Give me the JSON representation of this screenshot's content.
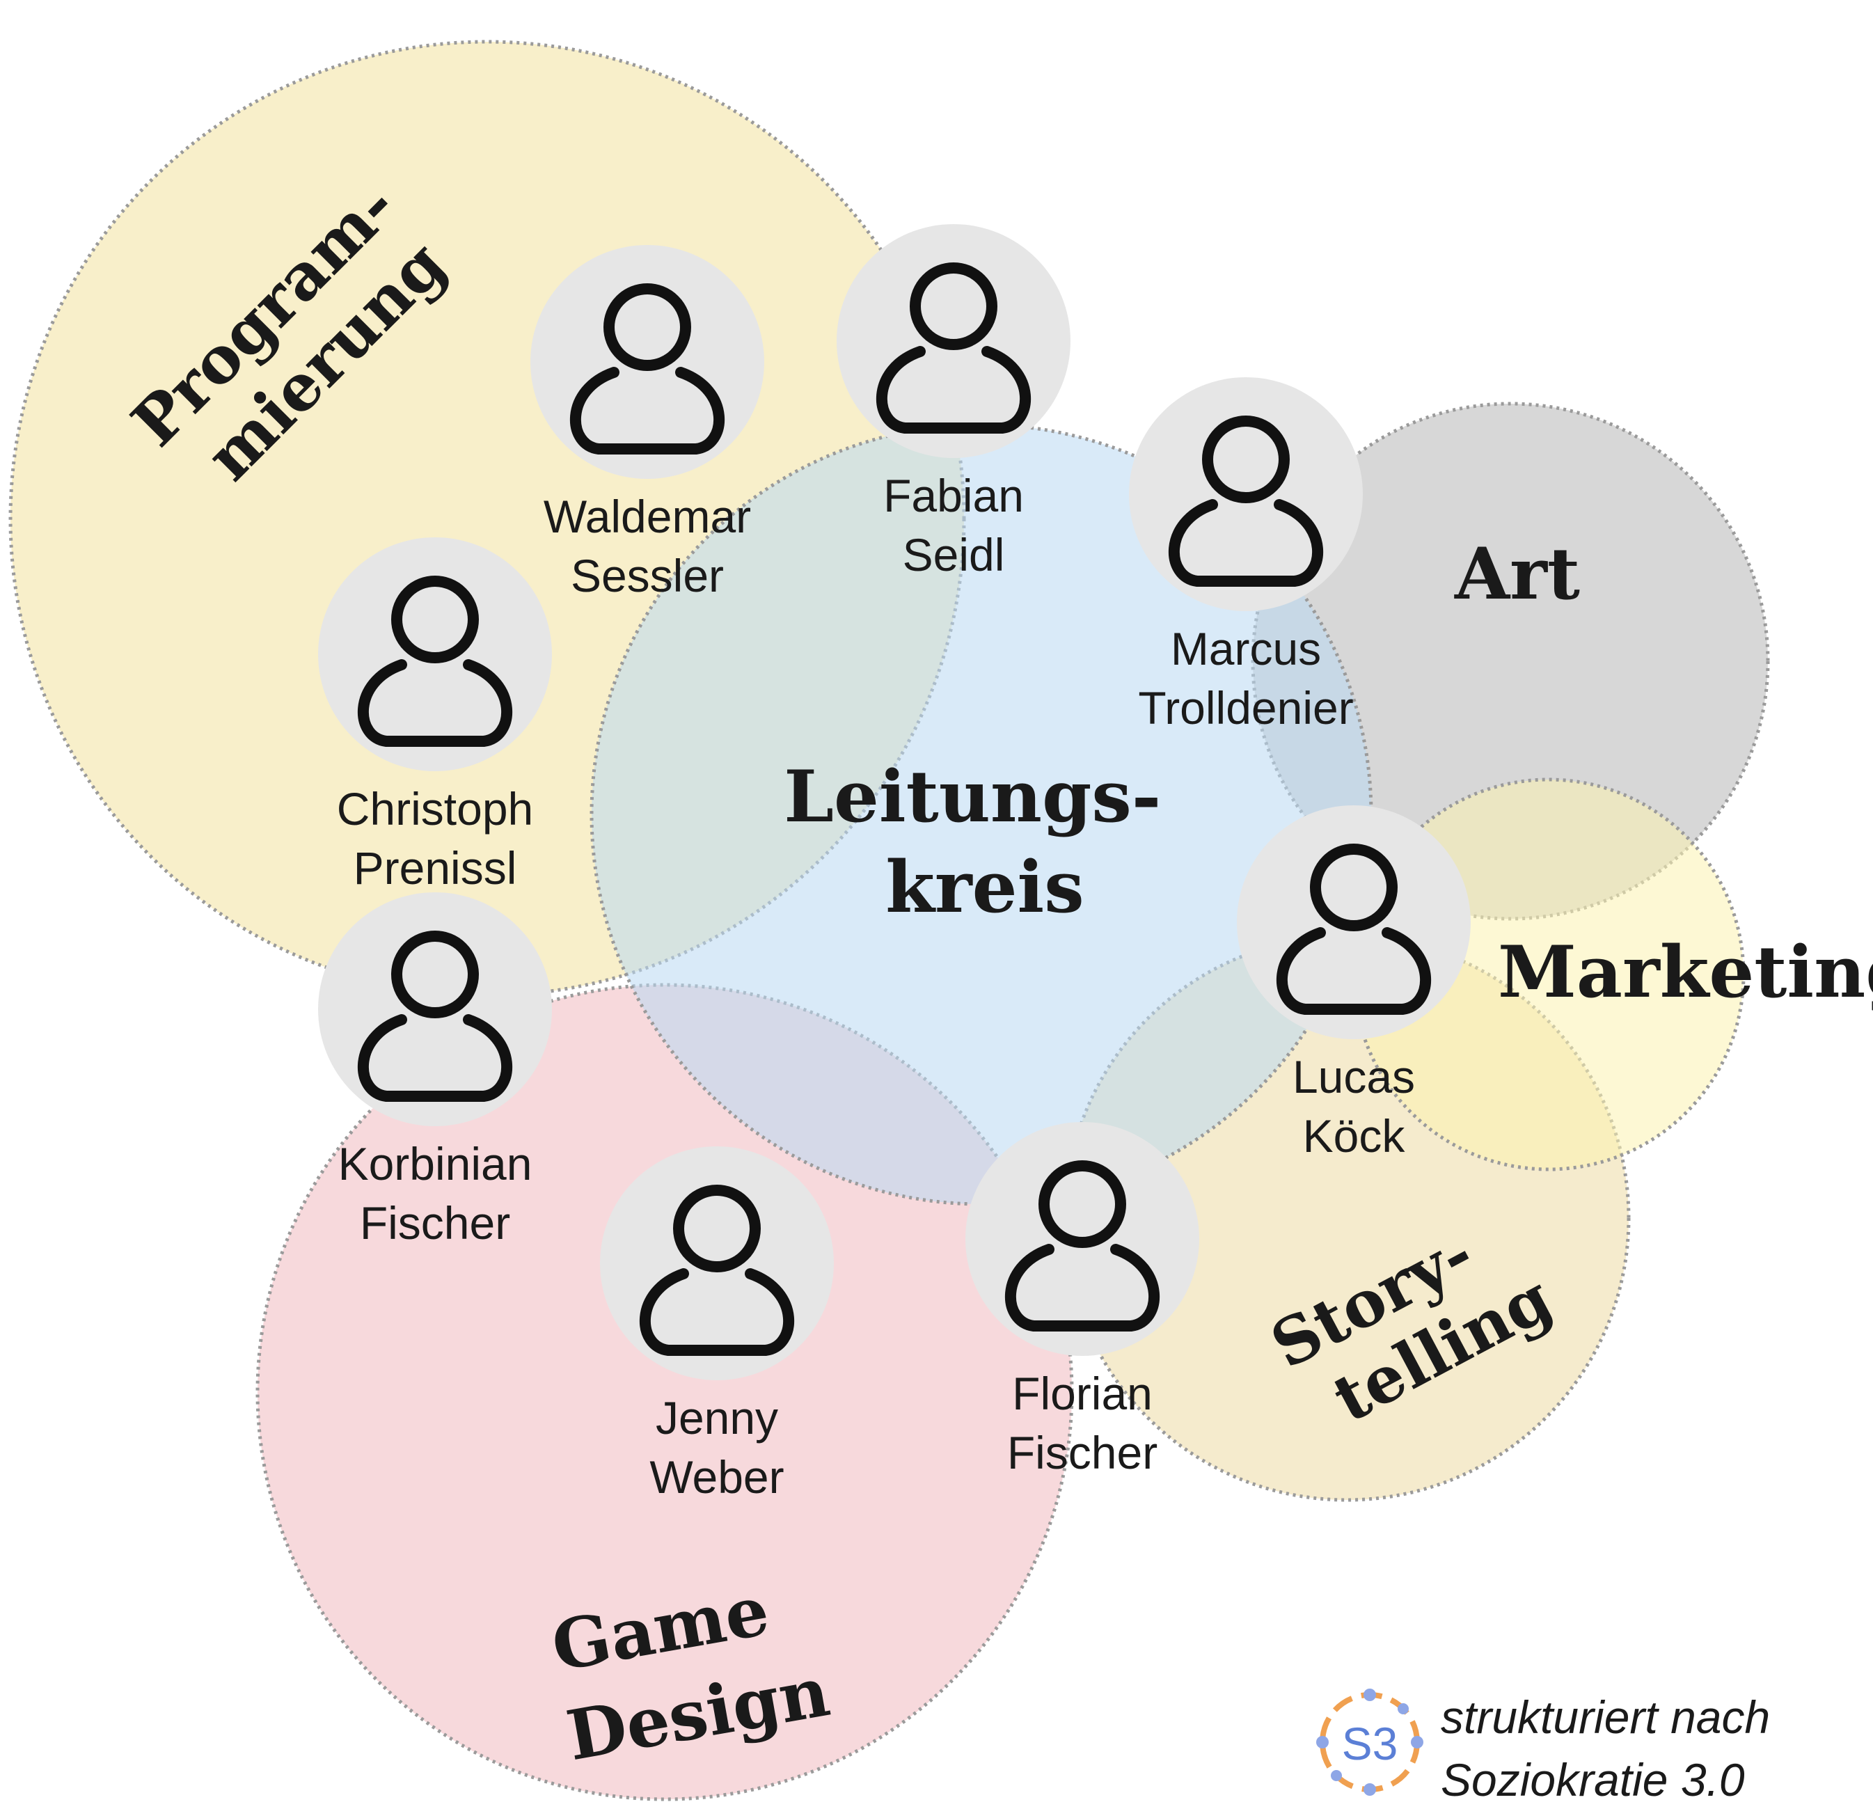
{
  "circles": [
    {
      "id": "programmierung",
      "lines": [
        "Program-",
        "mierung"
      ],
      "color": "#f5e9b8"
    },
    {
      "id": "leitungskreis",
      "lines": [
        "Leitungs-",
        "kreis"
      ],
      "color": "#b9d9f3"
    },
    {
      "id": "art",
      "lines": [
        "Art"
      ],
      "color": "#bdbdbd"
    },
    {
      "id": "marketing",
      "lines": [
        "Marketing"
      ],
      "color": "#fbf3b0"
    },
    {
      "id": "storytelling",
      "lines": [
        "Story-",
        "telling"
      ],
      "color": "#f1e3b8"
    },
    {
      "id": "game-design",
      "lines": [
        "Game",
        "Design"
      ],
      "color": "#f3c9cd"
    }
  ],
  "people": [
    {
      "first": "Waldemar",
      "last": "Sessler"
    },
    {
      "first": "Fabian",
      "last": "Seidl"
    },
    {
      "first": "Marcus",
      "last": "Trolldenier"
    },
    {
      "first": "Christoph",
      "last": "Prenissl"
    },
    {
      "first": "Lucas",
      "last": "Köck"
    },
    {
      "first": "Korbinian",
      "last": "Fischer"
    },
    {
      "first": "Jenny",
      "last": "Weber"
    },
    {
      "first": "Florian",
      "last": "Fischer"
    }
  ],
  "footer": {
    "logo_text": "S3",
    "line1": "strukturiert nach",
    "line2": "Soziokratie 3.0",
    "logo_color": "#f0a050",
    "logo_text_color": "#5b7fd6"
  }
}
